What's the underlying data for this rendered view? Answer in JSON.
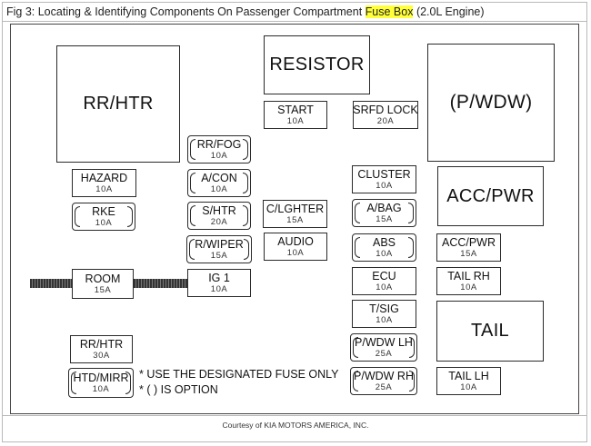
{
  "title": {
    "prefix": "Fig 3: Locating & Identifying Components On Passenger Compartment ",
    "highlight": "Fuse Box",
    "suffix": " (2.0L Engine)"
  },
  "highlight_color": "#ffff3a",
  "credit": "Courtesy of KIA MOTORS AMERICA, INC.",
  "components": {
    "rr_htr_large": "RR/HTR",
    "resistor": "RESISTOR",
    "p_wdw": "(P/WDW)",
    "acc_pwr_large": "ACC/PWR",
    "tail_large": "TAIL"
  },
  "fuses": {
    "hazard": {
      "name": "HAZARD",
      "amp": "10A"
    },
    "rke": {
      "name": "RKE",
      "amp": "10A"
    },
    "room": {
      "name": "ROOM",
      "amp": "15A"
    },
    "rr_htr": {
      "name": "RR/HTR",
      "amp": "30A"
    },
    "htd_mirr": {
      "name": "HTD/MIRR",
      "amp": "10A"
    },
    "rr_fog": {
      "name": "RR/FOG",
      "amp": "10A"
    },
    "a_con": {
      "name": "A/CON",
      "amp": "10A"
    },
    "s_htr": {
      "name": "S/HTR",
      "amp": "20A"
    },
    "r_wiper": {
      "name": "R/WIPER",
      "amp": "15A"
    },
    "ig1": {
      "name": "IG 1",
      "amp": "10A"
    },
    "start": {
      "name": "START",
      "amp": "10A"
    },
    "c_lghter": {
      "name": "C/LGHTER",
      "amp": "15A"
    },
    "audio": {
      "name": "AUDIO",
      "amp": "10A"
    },
    "srfd_lock": {
      "name": "SRFD LOCK",
      "amp": "20A"
    },
    "cluster": {
      "name": "CLUSTER",
      "amp": "10A"
    },
    "a_bag": {
      "name": "A/BAG",
      "amp": "15A"
    },
    "abs": {
      "name": "ABS",
      "amp": "10A"
    },
    "ecu": {
      "name": "ECU",
      "amp": "10A"
    },
    "t_sig": {
      "name": "T/SIG",
      "amp": "10A"
    },
    "p_wdw_lh": {
      "name": "P/WDW LH",
      "amp": "25A"
    },
    "p_wdw_rh": {
      "name": "P/WDW RH",
      "amp": "25A"
    },
    "acc_pwr": {
      "name": "ACC/PWR",
      "amp": "15A"
    },
    "tail_rh": {
      "name": "TAIL RH",
      "amp": "10A"
    },
    "tail_lh": {
      "name": "TAIL LH",
      "amp": "10A"
    }
  },
  "notes": {
    "line1": "* USE THE DESIGNATED FUSE ONLY",
    "line2": "* ( ) IS OPTION"
  }
}
